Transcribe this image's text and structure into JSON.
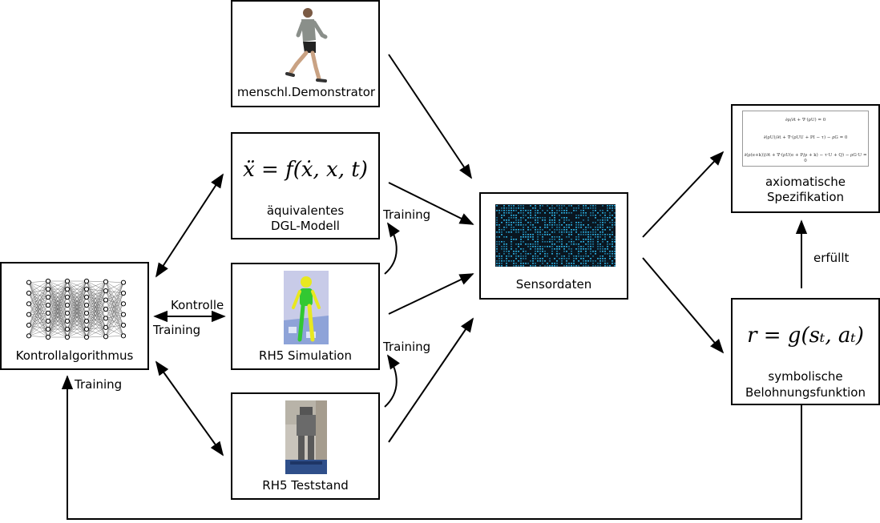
{
  "nodes": {
    "demonstrator": {
      "label": "menschl.Demonstrator"
    },
    "dgl": {
      "formula": "ẍ = f(ẋ, x, t)",
      "label_line1": "äquivalentes",
      "label_line2": "DGL-Modell"
    },
    "simulation": {
      "label": "RH5 Simulation"
    },
    "teststand": {
      "label": "RH5 Teststand"
    },
    "controller": {
      "label": "Kontrollalgorithmus"
    },
    "sensor": {
      "label": "Sensordaten"
    },
    "axiomatic": {
      "label_line1": "axiomatische",
      "label_line2": "Spezifikation",
      "eq1": "∂ρ/∂t + ∇·(ρU) = 0",
      "eq2": "∂(ρU)/∂t + ∇·(ρUU + PI − τ) − ρG = 0",
      "eq3": "∂(ρ(e+k))/∂t + ∇·(ρU(e + P/ρ + k) − τ·U + Q) − ρG·U = 0"
    },
    "reward": {
      "formula": "r = g(sₜ, aₜ)",
      "label_line1": "symbolische",
      "label_line2": "Belohnungsfunktion"
    }
  },
  "edges": {
    "training_dgl": "Training",
    "training_sim": "Training",
    "kontrolle": "Kontrolle",
    "training_ctrl": "Training",
    "training_bottom": "Training",
    "erfuellt": "erfüllt"
  }
}
